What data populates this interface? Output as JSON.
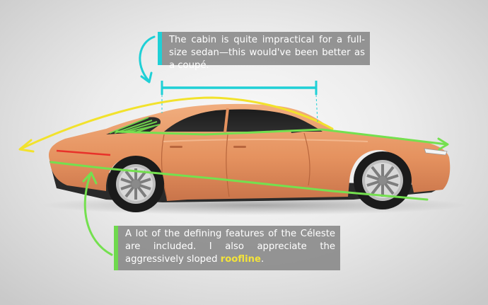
{
  "annotations": {
    "top": {
      "text": "The cabin is quite impractical for a full-size sedan—this would've been better as a coupé.",
      "accent_color": "#1fd0d6"
    },
    "bottom": {
      "text_before": "A lot of the defining features of the Céleste are included. I also appreciate the aggressively sloped ",
      "highlight": "roofline",
      "text_after": ".",
      "accent_color": "#6fd94e",
      "highlight_color": "#f3e33a"
    }
  },
  "colors": {
    "car_body": "#e89a6a",
    "yellow_line": "#f2e22c",
    "green_line": "#74e04f",
    "cyan_line": "#1fd0d6",
    "tail_light": "#e8322a"
  }
}
